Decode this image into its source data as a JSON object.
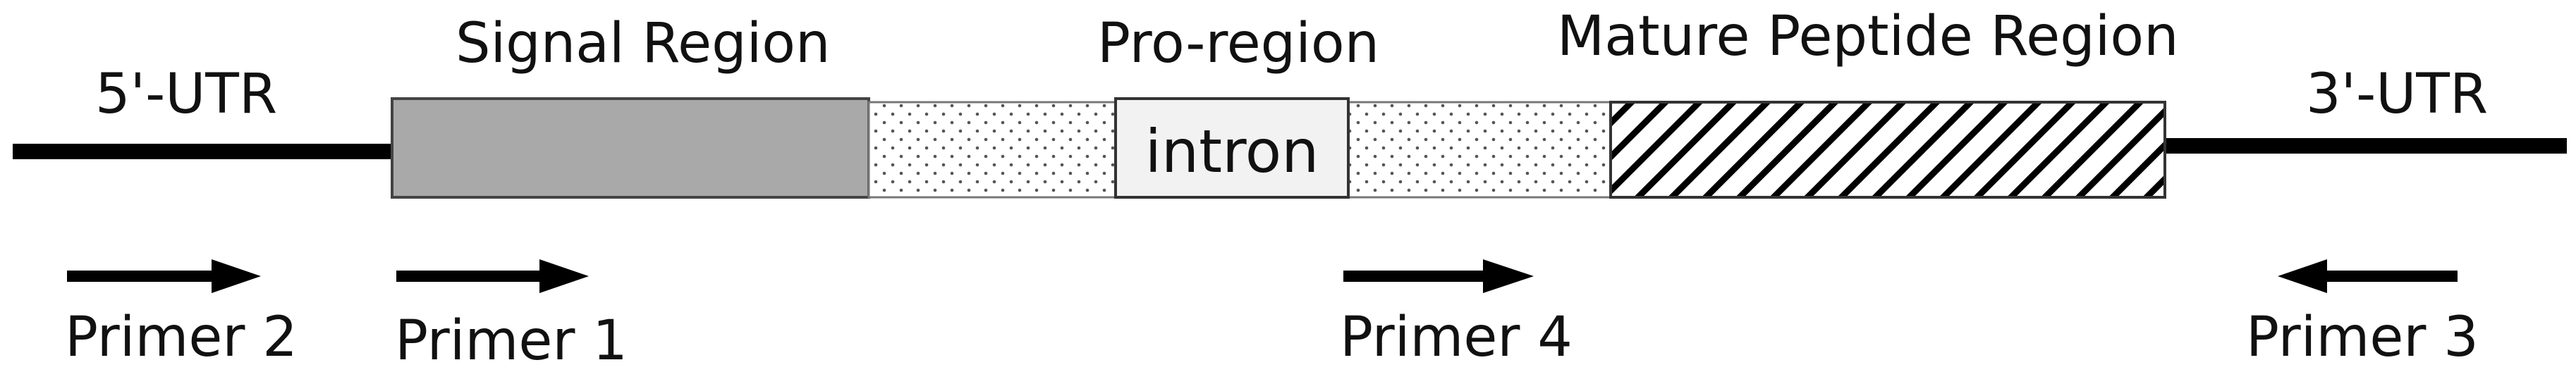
{
  "labels": {
    "utr5": "5'-UTR",
    "utr3": "3'-UTR",
    "signal": "Signal Region",
    "pro": "Pro-region",
    "mature": "Mature Peptide Region",
    "intron": "intron"
  },
  "primers": [
    {
      "label": "Primer 2",
      "direction": "forward"
    },
    {
      "label": "Primer 1",
      "direction": "forward"
    },
    {
      "label": "Primer 4",
      "direction": "forward"
    },
    {
      "label": "Primer 3",
      "direction": "reverse"
    }
  ],
  "colors": {
    "signal_fill": "#a9a9a9",
    "intron_fill": "#f2f2f2",
    "line": "#000000",
    "border": "#444444"
  },
  "patterns": {
    "pro_region": "dotted",
    "mature_region": "diagonal-hatch"
  }
}
